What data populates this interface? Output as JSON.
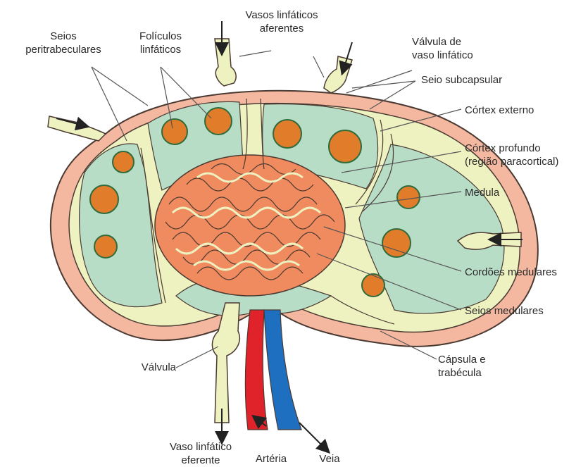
{
  "labels": {
    "selos_peritrabeculares": [
      "Seios",
      "peritrabeculares"
    ],
    "foliculos_linfaticos": [
      "Folículos",
      "linfáticos"
    ],
    "vasos_linfaticos_aferentes": [
      "Vasos linfáticos",
      "aferentes"
    ],
    "valvula_de_vaso_linfatico": [
      "Válvula de",
      "vaso linfático"
    ],
    "seio_subcapsular": "Seio subcapsular",
    "cortex_externo": "Córtex externo",
    "cortex_profundo": [
      "Córtex profundo",
      "(região paracortical)"
    ],
    "medula": "Medula",
    "cordoes_medulares": "Cordões medulares",
    "seios_medulares": "Seios medulares",
    "capsula_e_trabecula": [
      "Cápsula e",
      "trabécula"
    ],
    "valvula": "Válvula",
    "vaso_linfatico_eferente": [
      "Vaso linfático",
      "eferente"
    ],
    "arteria": "Artéria",
    "veia": "Veia"
  },
  "colors": {
    "capsule": "#f4b7a0",
    "capsule_outline": "#4a3a32",
    "sinus": "#eef2c0",
    "cortex": "#b8ddc6",
    "medulla": "#f08a5f",
    "follicle": "#e07c2a",
    "follicle_ring": "#2f6b3c",
    "artery": "#e0222a",
    "vein": "#1f6fc0"
  }
}
